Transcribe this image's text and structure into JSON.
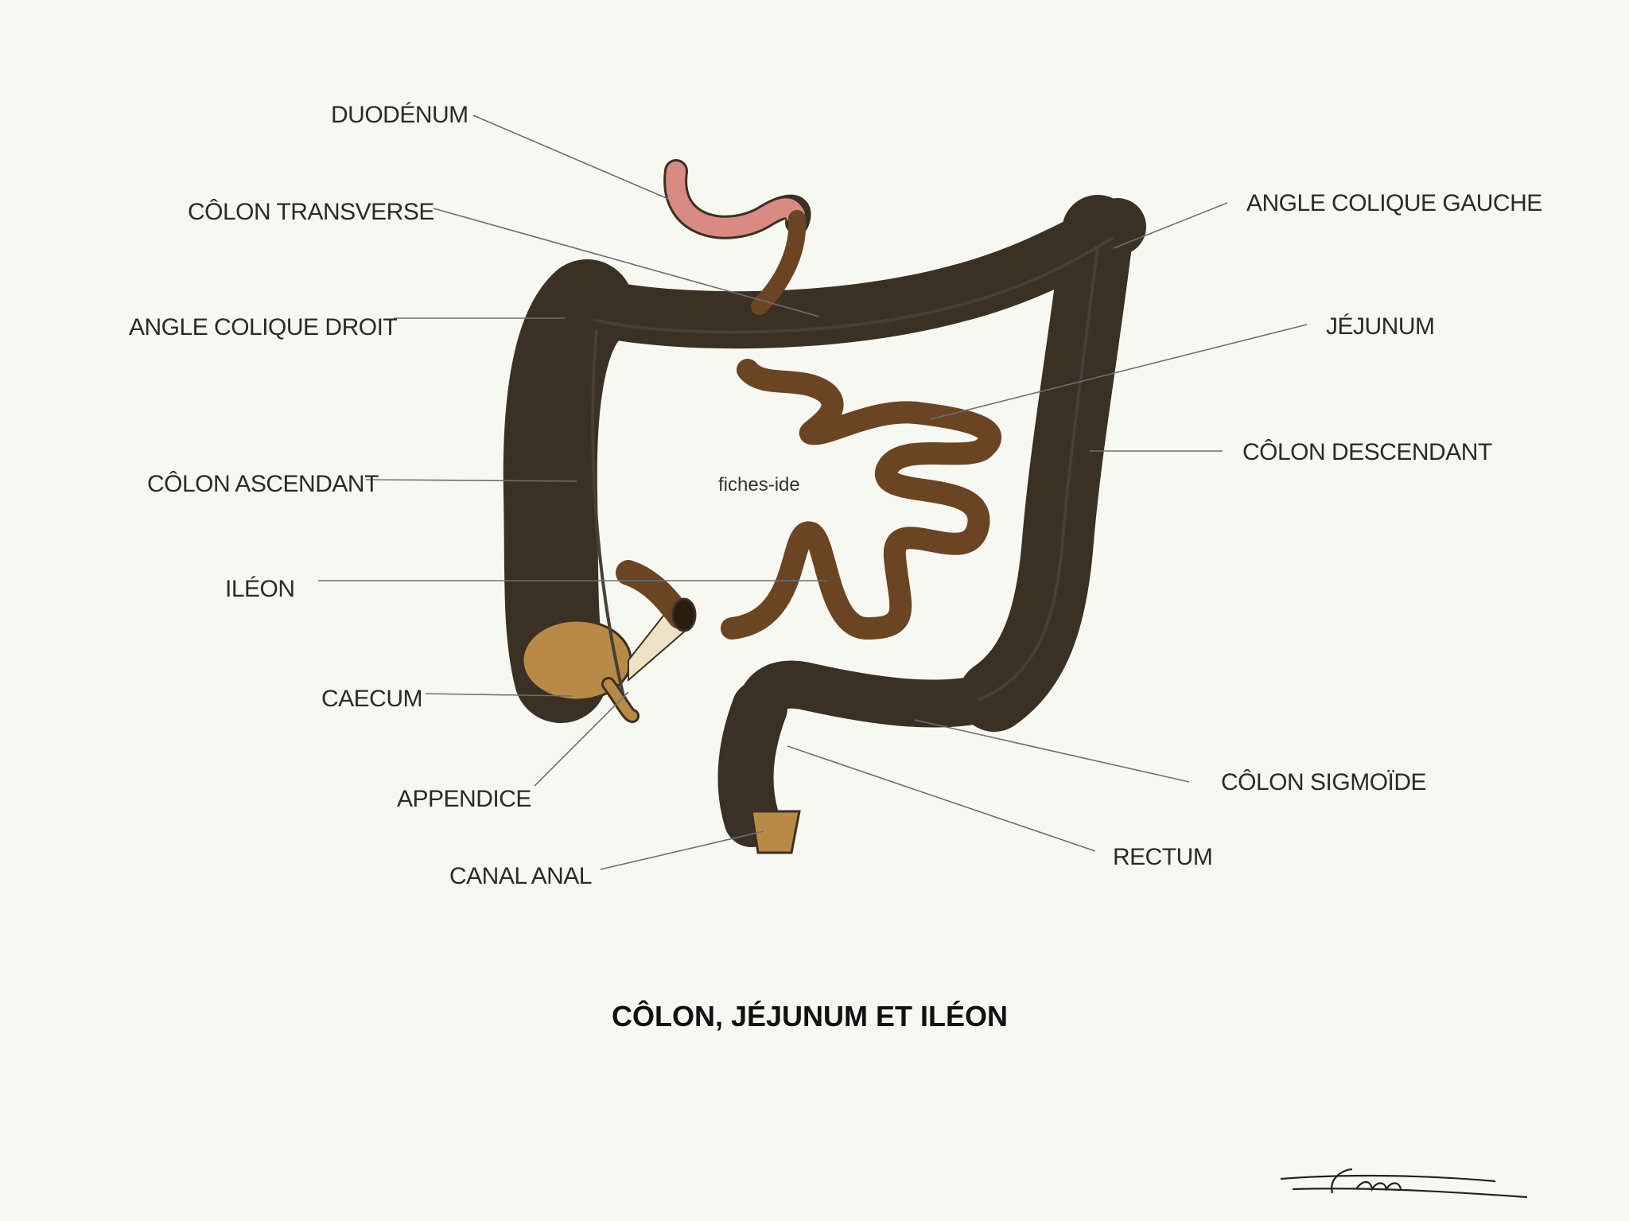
{
  "labels": {
    "duodenum": "DUODÉNUM",
    "colon_transverse": "CÔLON TRANSVERSE",
    "angle_colique_droit": "ANGLE COLIQUE DROIT",
    "colon_ascendant": "CÔLON ASCENDANT",
    "ileon": "ILÉON",
    "caecum": "CAECUM",
    "appendice": "APPENDICE",
    "canal_anal": "CANAL ANAL",
    "angle_colique_gauche": "ANGLE COLIQUE GAUCHE",
    "jejunum": "JÉJUNUM",
    "colon_descendant": "CÔLON DESCENDANT",
    "colon_sigmoide": "CÔLON SIGMOÏDE",
    "rectum": "RECTUM"
  },
  "watermark": "fiches-ide",
  "title": "CÔLON, JÉJUNUM ET ILÉON",
  "signature": "Léana",
  "colors": {
    "background": "#f8f8f3",
    "colon": "#b98a47",
    "small_intestine": "#6b4424",
    "duodenum": "#d98a82",
    "outline": "#3a3024"
  }
}
